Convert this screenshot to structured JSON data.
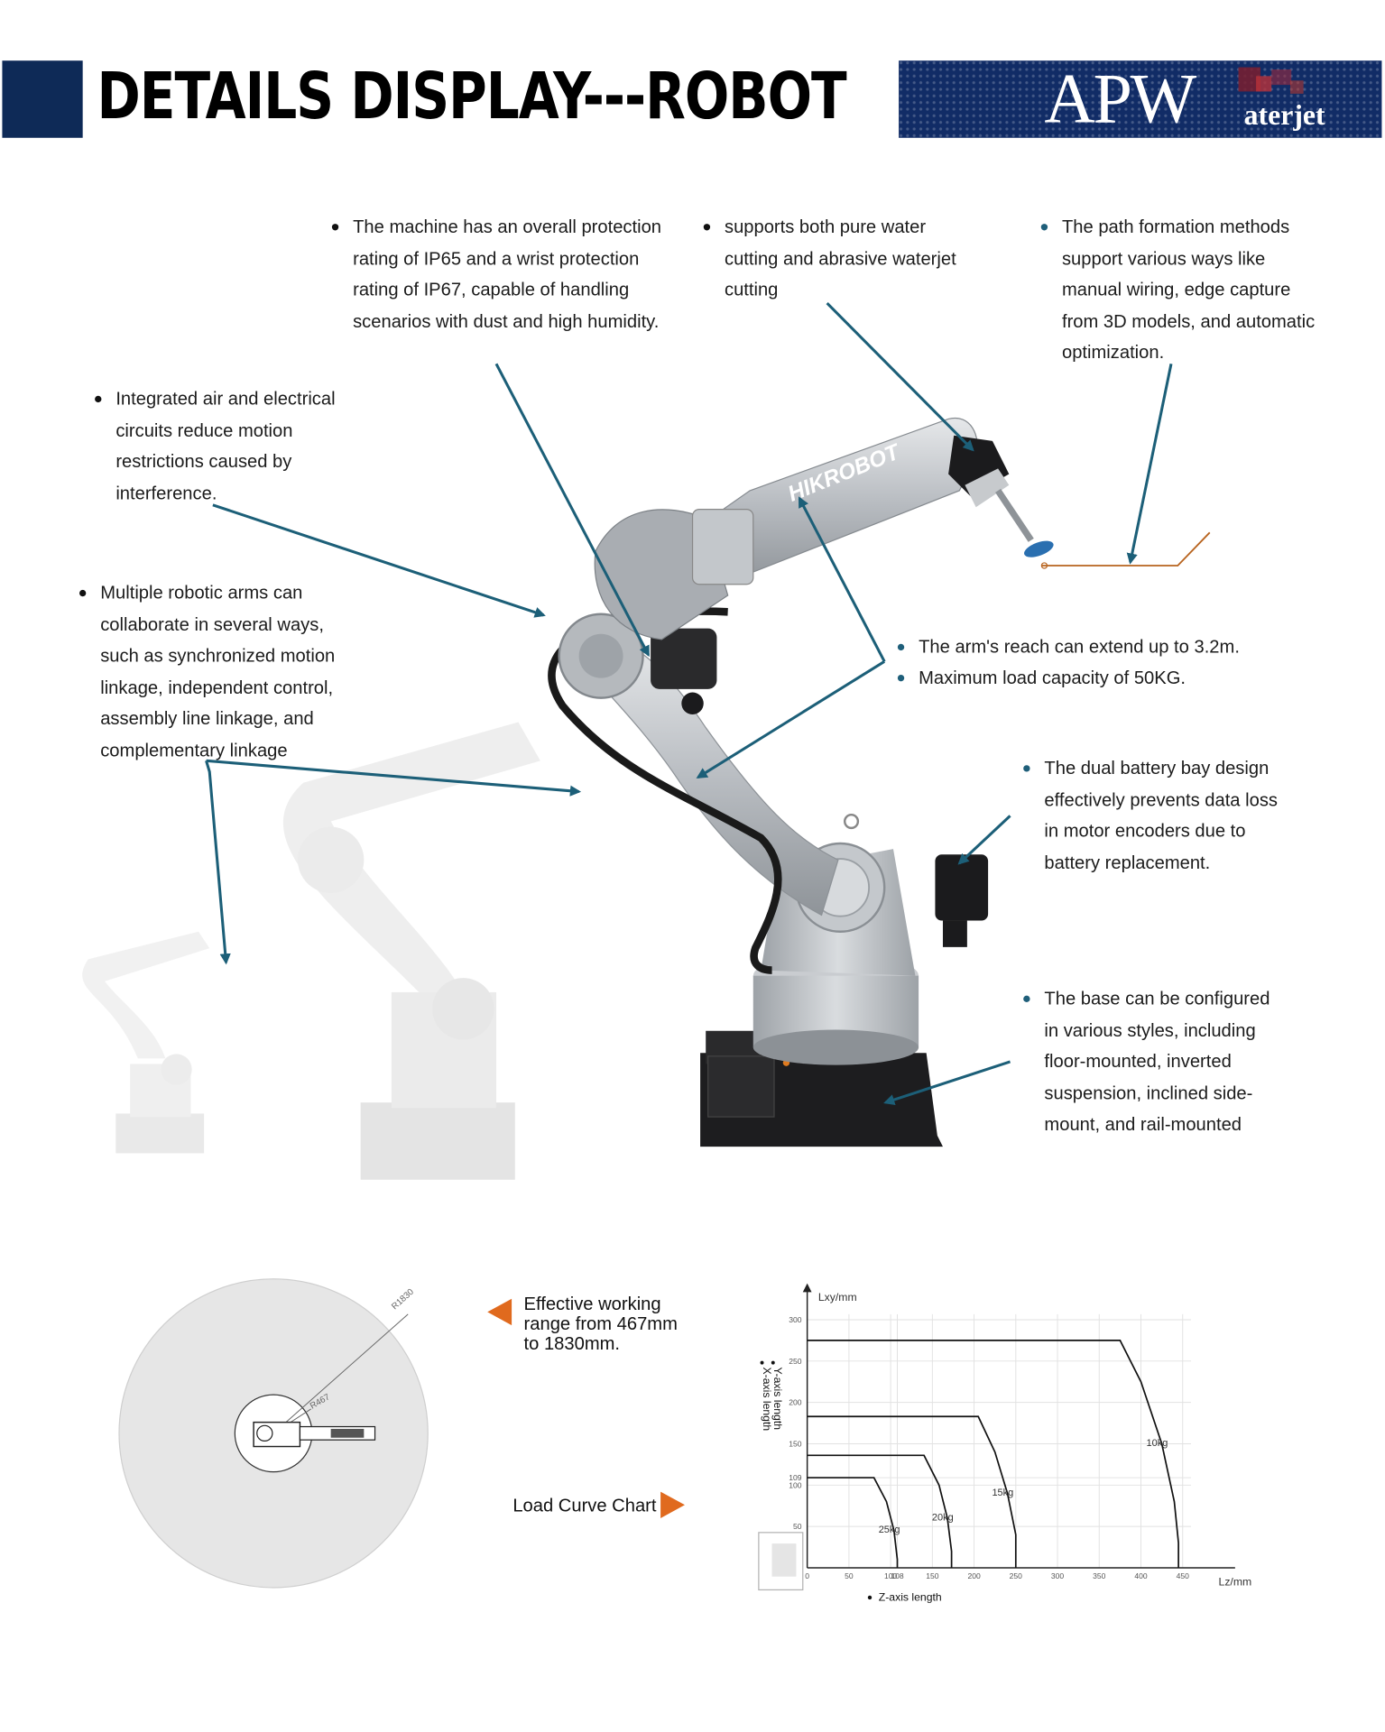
{
  "header": {
    "title": "DETAILS DISPLAY---ROBOT",
    "brand_main": "APW",
    "brand_sub": "aterjet"
  },
  "robot_label": "HIKROBOT",
  "notes": {
    "protection": "The machine has an overall protection rating of IP65 and a wrist protection rating of IP67, capable of handling scenarios with dust and high humidity.",
    "cutting": "supports both pure water cutting and abrasive waterjet cutting",
    "path": "The path formation methods support various ways like manual wiring, edge capture from 3D models, and automatic optimization.",
    "circuits": "Integrated air and electrical circuits reduce motion restrictions caused by interference.",
    "collaborate": "Multiple robotic arms can collaborate in several ways, such as synchronized motion linkage, independent control, assembly line linkage, and complementary linkage",
    "reach": "The arm's reach can extend up to 3.2m.",
    "load": "Maximum load capacity of 50KG.",
    "battery": "The dual battery bay design effectively prevents data loss in motor encoders due to battery replacement.",
    "base": "The base can be configured in various styles, including floor-mounted, inverted suspension, inclined side-mount, and rail-mounted"
  },
  "working_range": {
    "caption": "Effective working range from 467mm to 1830mm.",
    "outer_label": "R1830",
    "inner_label": "R467"
  },
  "load_curve_caption": "Load Curve Chart",
  "chart_data": {
    "type": "line",
    "title": "",
    "xlabel": "Lz/mm",
    "ylabel": "Lxy/mm",
    "legend_left": [
      "X-axis length",
      "Y-axis length"
    ],
    "legend_bottom": "Z-axis length",
    "x_ticks": [
      0,
      50,
      100,
      108,
      150,
      200,
      250,
      300,
      350,
      400,
      450
    ],
    "y_ticks": [
      50,
      100,
      109,
      150,
      200,
      250,
      300
    ],
    "xlim": [
      0,
      460
    ],
    "ylim": [
      0,
      320
    ],
    "grid": true,
    "series": [
      {
        "name": "10kg",
        "points": [
          [
            0,
            275
          ],
          [
            375,
            275
          ],
          [
            400,
            225
          ],
          [
            425,
            150
          ],
          [
            440,
            80
          ],
          [
            445,
            30
          ],
          [
            445,
            0
          ]
        ]
      },
      {
        "name": "15kg",
        "points": [
          [
            0,
            183
          ],
          [
            205,
            183
          ],
          [
            225,
            140
          ],
          [
            240,
            90
          ],
          [
            250,
            40
          ],
          [
            250,
            0
          ]
        ]
      },
      {
        "name": "20kg",
        "points": [
          [
            0,
            136
          ],
          [
            140,
            136
          ],
          [
            158,
            100
          ],
          [
            168,
            60
          ],
          [
            173,
            20
          ],
          [
            173,
            0
          ]
        ]
      },
      {
        "name": "25kg",
        "points": [
          [
            0,
            109
          ],
          [
            80,
            109
          ],
          [
            95,
            80
          ],
          [
            104,
            45
          ],
          [
            108,
            10
          ],
          [
            108,
            0
          ]
        ]
      }
    ]
  }
}
